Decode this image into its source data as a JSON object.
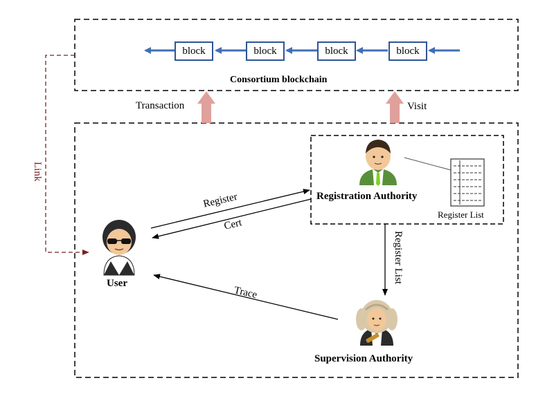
{
  "blockchain": {
    "title": "Consortium blockchain",
    "blocks": [
      "block",
      "block",
      "block",
      "block"
    ]
  },
  "edges": {
    "transaction": "Transaction",
    "visit": "Visit",
    "link": "Link",
    "register": "Register",
    "cert": "Cert",
    "register_list": "Register List",
    "trace": "Trace"
  },
  "actors": {
    "user": "User",
    "registration_authority": "Registration Authority",
    "supervision_authority": "Supervision Authority",
    "register_list_doc": "Register List"
  },
  "colors": {
    "chain_arrow": "#3f6fb7",
    "block_border": "#2e5597",
    "up_arrow": "#e0a09c",
    "link_line": "#7a1f1f"
  }
}
